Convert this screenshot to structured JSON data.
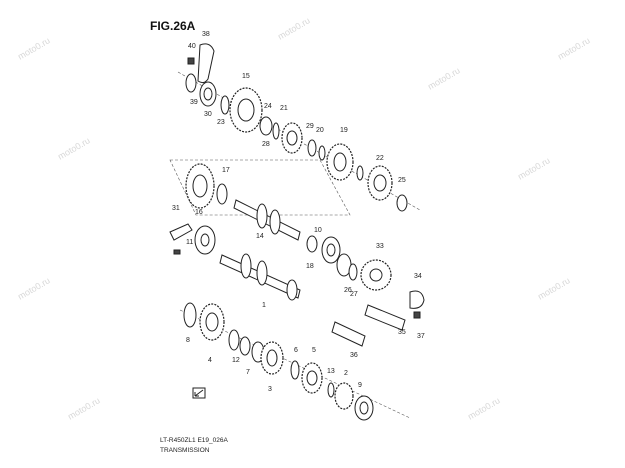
{
  "figure": {
    "title": "FIG.26A",
    "caption_code": "LT-R450ZL1 E19_026A",
    "caption_name": "TRANSMISSION",
    "watermark": "moto0.ru"
  },
  "callouts": [
    "38",
    "40",
    "39",
    "30",
    "15",
    "23",
    "24",
    "21",
    "28",
    "29",
    "20",
    "19",
    "22",
    "25",
    "17",
    "16",
    "14",
    "10",
    "31",
    "11",
    "18",
    "33",
    "26",
    "27",
    "34",
    "35",
    "1",
    "36",
    "37",
    "8",
    "4",
    "12",
    "7",
    "6",
    "5",
    "3",
    "13",
    "2",
    "9"
  ]
}
